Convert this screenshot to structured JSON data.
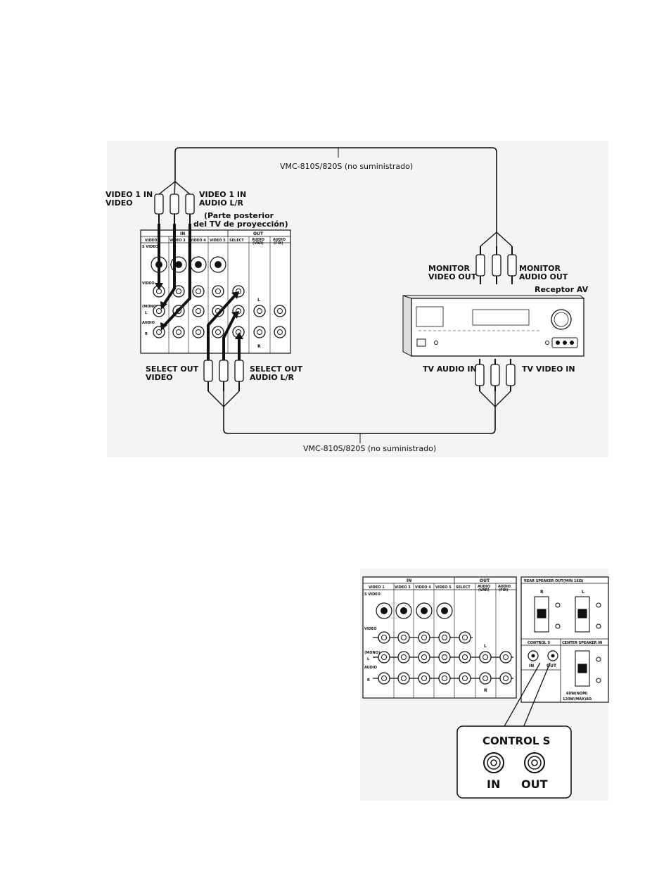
{
  "diagram1": {
    "cable_top": "VMC-810S/820S (no suministrado)",
    "cable_bottom": "VMC-810S/820S (no suministrado)",
    "video1_in_video": [
      "VIDEO 1 IN",
      "VIDEO"
    ],
    "video1_in_audio": [
      "VIDEO 1 IN",
      "AUDIO L/R"
    ],
    "tv_rear": [
      "(Parte posterior",
      "del TV de proyección)"
    ],
    "monitor_video_out": [
      "MONITOR",
      "VIDEO OUT"
    ],
    "monitor_audio_out": [
      "MONITOR",
      "AUDIO OUT"
    ],
    "receiver": "Receptor AV",
    "select_out_video": [
      "SELECT OUT",
      "VIDEO"
    ],
    "select_out_audio": [
      "SELECT OUT",
      "AUDIO L/R"
    ],
    "tv_audio_in": "TV AUDIO IN",
    "tv_video_in": "TV VIDEO IN"
  },
  "panel": {
    "in": "IN",
    "out": "OUT",
    "cols": [
      "VIDEO 1",
      "VIDEO 3",
      "VIDEO 4",
      "VIDEO 5",
      "SELECT"
    ],
    "audio_var": [
      "AUDIO",
      "(VAR)"
    ],
    "audio_fix": [
      "AUDIO",
      "(FIX)"
    ],
    "s_video": "S VIDEO",
    "video": "VIDEO",
    "mono": "(MONO)",
    "l": "L",
    "audio": "AUDIO",
    "r": "R"
  },
  "diagram2": {
    "rear_speaker": "REAR SPEAKER OUT(MIN 16Ω)",
    "control_s": "CONTROL S",
    "center_speaker": "CENTER SPEAKER IN",
    "ctrl_in": "IN",
    "ctrl_out": "OUT",
    "power": [
      "60W(NOM)",
      "120W(MAX)8Ω"
    ],
    "callout_title": "CONTROL S",
    "callout_in": "IN",
    "callout_out": "OUT"
  }
}
